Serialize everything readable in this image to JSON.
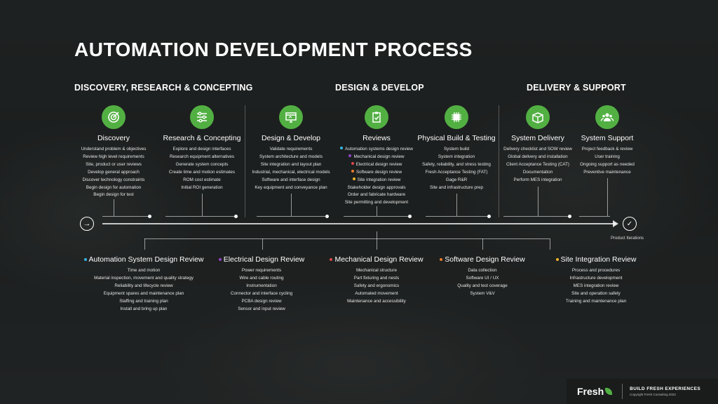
{
  "title": "AUTOMATION DEVELOPMENT PROCESS",
  "phases": [
    "DISCOVERY, RESEARCH & CONCEPTING",
    "DESIGN & DEVELOP",
    "DELIVERY & SUPPORT"
  ],
  "columns": [
    {
      "title": "Discovery",
      "icon": "target-icon",
      "items": [
        {
          "text": "Understand problem & objectives"
        },
        {
          "text": "Review high level requirements"
        },
        {
          "text": "Site, product or user reviews"
        },
        {
          "text": "Develop general approach"
        },
        {
          "text": "Discover technology constraints"
        },
        {
          "text": "Begin design for automation"
        },
        {
          "text": "Begin design for test"
        }
      ]
    },
    {
      "title": "Research & Concepting",
      "icon": "sliders-icon",
      "items": [
        {
          "text": "Explore and design interfaces"
        },
        {
          "text": "Research equipment alternatives"
        },
        {
          "text": "Generate system concepts"
        },
        {
          "text": "Create time and motion estimates"
        },
        {
          "text": "ROM cost estimate"
        },
        {
          "text": "Initial ROI generation"
        }
      ]
    },
    {
      "title": "Design & Develop",
      "icon": "monitor-icon",
      "items": [
        {
          "text": "Validate requirements"
        },
        {
          "text": "System architecture and models"
        },
        {
          "text": "Site integration and layout plan"
        },
        {
          "text": "Industrial, mechanical, electrical models"
        },
        {
          "text": "Software and interface design"
        },
        {
          "text": "Key equipment and conveyance plan"
        }
      ]
    },
    {
      "title": "Reviews",
      "icon": "clipboard-check-icon",
      "items": [
        {
          "text": "Automation systems design review",
          "dot": "#35b5e5"
        },
        {
          "text": "Mechanical design review",
          "dot": "#8e44c8"
        },
        {
          "text": "Electrical design review",
          "dot": "#e04848"
        },
        {
          "text": "Software design review",
          "dot": "#f07c2a"
        },
        {
          "text": "Site integration review",
          "dot": "#f0b429"
        },
        {
          "text": "Stakeholder design approvals"
        },
        {
          "text": "Order and fabricate hardware"
        },
        {
          "text": "Site permitting and development"
        }
      ]
    },
    {
      "title": "Physical Build & Testing",
      "icon": "chip-icon",
      "items": [
        {
          "text": "System build"
        },
        {
          "text": "System integration"
        },
        {
          "text": "Safety, reliability, and stress testing"
        },
        {
          "text": "Fresh Acceptance Testing (FAT)"
        },
        {
          "text": "Gage R&R"
        },
        {
          "text": "Site and infrastructure prep"
        }
      ]
    },
    {
      "title": "System Delivery",
      "icon": "box-icon",
      "items": [
        {
          "text": "Delivery checklist and SOW review"
        },
        {
          "text": "Global delivery and installation"
        },
        {
          "text": "Client Acceptance Testing (CAT)"
        },
        {
          "text": "Documentation"
        },
        {
          "text": "Perform MES integration"
        }
      ]
    },
    {
      "title": "System Support",
      "icon": "users-icon",
      "items": [
        {
          "text": "Project feedback & review"
        },
        {
          "text": "User training"
        },
        {
          "text": "Ongoing support as needed"
        },
        {
          "text": "Preventive maintenance"
        }
      ]
    }
  ],
  "timeline": {
    "end_label": "Product Iterations"
  },
  "reviews": [
    {
      "title": "Automation System Design Review",
      "dot": "#35b5e5",
      "items": [
        "Time and motion",
        "Material inspection, movement and quality strategy",
        "Reliability and lifecycle review",
        "Equipment spares and maintenance plan",
        "Staffing and training plan",
        "Install and bring up plan"
      ]
    },
    {
      "title": "Electrical Design Review",
      "dot": "#8e44c8",
      "items": [
        "Power requirements",
        "Wire and cable routing",
        "Instrumentation",
        "Connector and interface cycling",
        "PCBA design review",
        "Sensor and input review"
      ]
    },
    {
      "title": "Mechanical Design Review",
      "dot": "#e04848",
      "items": [
        "Mechanical structure",
        "Part fixturing and nests",
        "Safety and ergonomics",
        "Automated movement",
        "Maintenance and accessibility"
      ]
    },
    {
      "title": "Software Design Review",
      "dot": "#f07c2a",
      "items": [
        "Data collection",
        "Software UI / UX",
        "Quality and test coverage",
        "System V&V"
      ]
    },
    {
      "title": "Site Integration Review",
      "dot": "#f0b429",
      "items": [
        "Process and procedures",
        "Infrastructure development",
        "MES integration review",
        "Site and operation safety",
        "Training and maintenance plan"
      ]
    }
  ],
  "footer": {
    "brand": "Fresh",
    "tagline": "BUILD FRESH EXPERIENCES",
    "copyright": "Copyright Fresh Consulting 2022"
  },
  "colors": {
    "accent": "#52b043"
  }
}
